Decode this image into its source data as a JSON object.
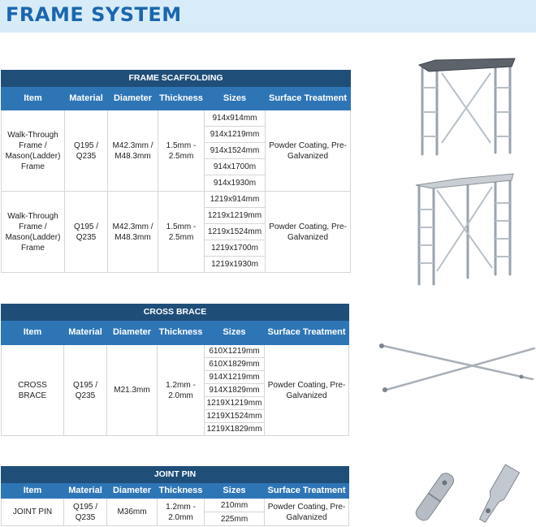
{
  "banner": {
    "title": "FRAME SYSTEM"
  },
  "columns": [
    "Item",
    "Material",
    "Diameter",
    "Thickness",
    "Sizes",
    "Surface Treatment"
  ],
  "frame": {
    "title": "FRAME SCAFFOLDING",
    "rows": [
      {
        "item": "Walk-Through Frame / Mason(Ladder) Frame",
        "material": "Q195 / Q235",
        "diameter": "M42.3mm / M48.3mm",
        "thickness": "1.5mm - 2.5mm",
        "sizes": [
          "914x914mm",
          "914x1219mm",
          "914x1524mm",
          "914x1700m",
          "914x1930m"
        ],
        "surface": "Powder Coating, Pre-Galvanized"
      },
      {
        "item": "Walk-Through Frame / Mason(Ladder) Frame",
        "material": "Q195 / Q235",
        "diameter": "M42.3mm / M48.3mm",
        "thickness": "1.5mm - 2.5mm",
        "sizes": [
          "1219x914mm",
          "1219x1219mm",
          "1219x1524mm",
          "1219x1700m",
          "1219x1930m"
        ],
        "surface": "Powder Coating, Pre-Galvanized"
      }
    ]
  },
  "brace": {
    "title": "CROSS BRACE",
    "rows": [
      {
        "item": "CROSS BRACE",
        "material": "Q195 / Q235",
        "diameter": "M21.3mm",
        "thickness": "1.2mm - 2.0mm",
        "sizes": [
          "610X1219mm",
          "610X1829mm",
          "914X1219mm",
          "914X1829mm",
          "1219X1219mm",
          "1219X1524mm",
          "1219X1829mm"
        ],
        "surface": "Powder Coating, Pre-Galvanized"
      }
    ]
  },
  "pin": {
    "title": "JOINT PIN",
    "rows": [
      {
        "item": "JOINT PIN",
        "material": "Q195 / Q235",
        "diameter": "M36mm",
        "thickness": "1.2mm - 2.0mm",
        "sizes": [
          "210mm",
          "225mm"
        ],
        "surface": "Powder Coating, Pre-Galvanized"
      }
    ]
  }
}
